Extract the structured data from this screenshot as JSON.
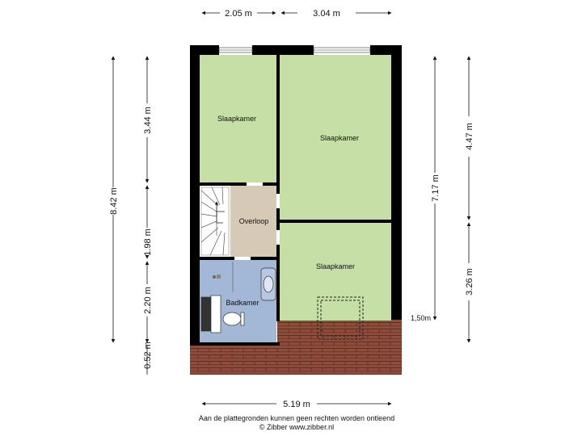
{
  "dimensions": {
    "top_left": "2.05 m",
    "top_right": "3.04 m",
    "left_total": "8.42 m",
    "left_a": "3.44 m",
    "left_b": "1.98 m",
    "left_c": "2.20 m",
    "left_d": "0.52 m",
    "right_total": "7.17 m",
    "right_a": "4.47 m",
    "right_b": "3.26 m",
    "bottom_total": "5.19 m",
    "height_mark": "1,50m"
  },
  "rooms": {
    "bedroom_top_left": "Slaapkamer",
    "bedroom_top_right": "Slaapkamer",
    "bedroom_bottom_right": "Slaapkamer",
    "landing": "Overloop",
    "bathroom": "Badkamer"
  },
  "footer": {
    "disclaimer": "Aan de plattegronden kunnen geen rechten worden ontleend",
    "copyright": "© Zibber www.zibber.nl"
  },
  "colors": {
    "bedroom": "#c6dfa6",
    "landing": "#d6c9b6",
    "bathroom": "#a3b7d6",
    "roof": "#8c4d3c",
    "wall": "#000000"
  }
}
